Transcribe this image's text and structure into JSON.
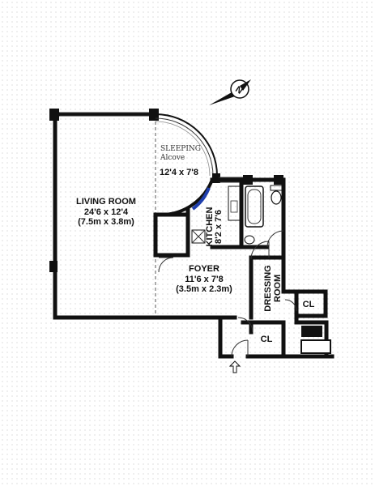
{
  "rooms": {
    "living": {
      "name": "LIVING ROOM",
      "dims_imperial": "24'6 x 12'4",
      "dims_metric": "(7.5m x 3.8m)"
    },
    "sleeping": {
      "name": "SLEEPING",
      "sub": "Alcove",
      "dims": "12'4 x 7'8"
    },
    "kitchen": {
      "name": "KITCHEN",
      "dims": "8'2 x 7'6"
    },
    "foyer": {
      "name": "FOYER",
      "dims_imperial": "11'6 x 7'8",
      "dims_metric": "(3.5m x 2.3m)"
    },
    "dressing": {
      "name": "DRESSING",
      "sub": "ROOM"
    },
    "closet1": {
      "name": "CL"
    },
    "closet2": {
      "name": "CL"
    }
  },
  "compass": {
    "label": "N"
  },
  "colors": {
    "wall": "#111111",
    "window_accent": "#1f3fae",
    "background": "#ffffff"
  }
}
